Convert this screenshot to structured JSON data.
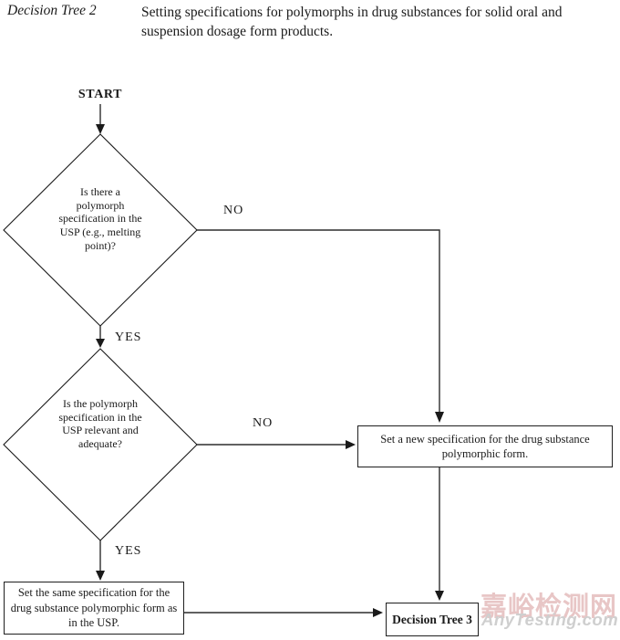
{
  "header": {
    "label": "Decision Tree 2",
    "caption": "Setting specifications for polymorphs in drug substances for solid oral and\nsuspension dosage form products."
  },
  "flowchart": {
    "start_label": "START",
    "decision1": {
      "text": "Is there a\npolymorph\nspecification in the\nUSP (e.g., melting\npoint)?",
      "no_label": "NO",
      "yes_label": "YES"
    },
    "decision2": {
      "text": "Is the polymorph\nspecification in the\nUSP relevant and\nadequate?",
      "no_label": "NO",
      "yes_label": "YES"
    },
    "action_new_spec": "Set a new specification for the drug substance\npolymorphic form.",
    "action_same_spec": "Set the same specification for the\ndrug substance polymorphic form as\nin the USP.",
    "terminal": "Decision Tree 3"
  },
  "watermark": {
    "cn": "嘉峪检测网",
    "en": "AnyTesting.com",
    "cn_color": "#e8c6c6",
    "en_color": "#cfcfcf"
  },
  "colors": {
    "line": "#2d2d2d",
    "text": "#1a1a1a",
    "background": "#ffffff"
  }
}
